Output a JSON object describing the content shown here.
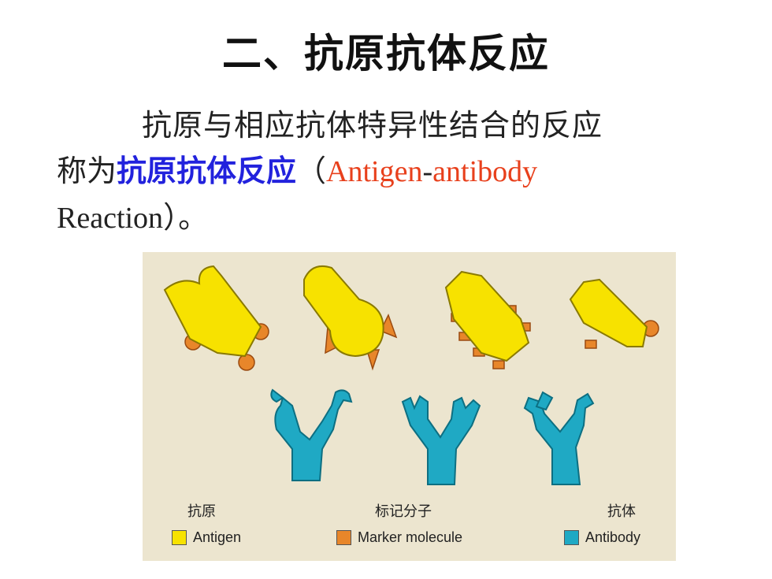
{
  "title": "二、抗原抗体反应",
  "paragraph": {
    "line1": "抗原与相应抗体特异性结合的反应",
    "prefix": "称为",
    "term_cn": "抗原抗体反应",
    "open_paren": "（",
    "term_en_1": "Antigen",
    "hyphen": "-",
    "term_en_2": "antibody",
    "line3_word": "Reaction",
    "close": "）。"
  },
  "figure": {
    "labels": {
      "antigen_cn": "抗原",
      "marker_cn": "标记分子",
      "antibody_cn": "抗体"
    },
    "legend": [
      {
        "text": "Antigen",
        "color": "#f7e200"
      },
      {
        "text": "Marker molecule",
        "color": "#e8862a"
      },
      {
        "text": "Antibody",
        "color": "#1fa9c4"
      }
    ]
  },
  "colors": {
    "antigen": "#f7e200",
    "marker": "#e8862a",
    "antibody": "#1fa9c4",
    "background": "#ece5cf"
  }
}
